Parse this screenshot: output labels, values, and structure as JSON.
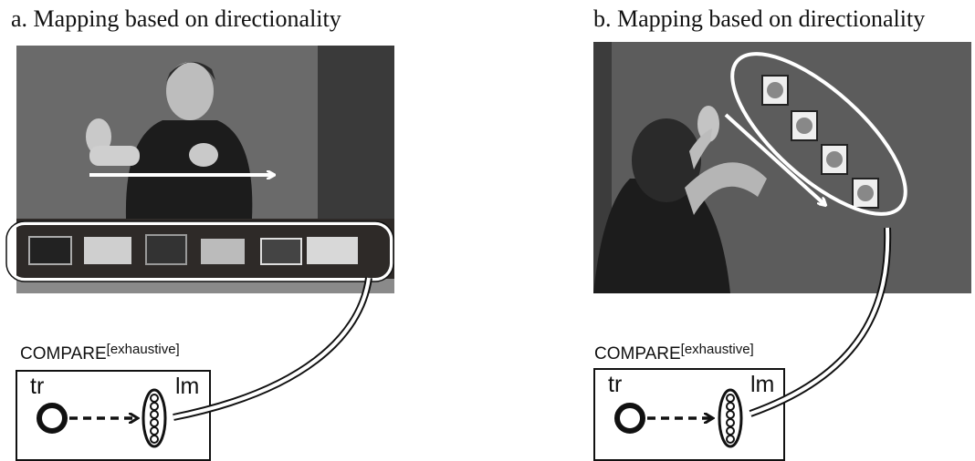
{
  "panel_a": {
    "caption": "a. Mapping based on directionality",
    "verb": "COMPARE",
    "verb_superscript": "[exhaustive]",
    "trajector_label": "tr",
    "landmark_label": "lm"
  },
  "panel_b": {
    "caption": "b. Mapping based on directionality",
    "verb": "COMPARE",
    "verb_superscript": "[exhaustive]",
    "trajector_label": "tr",
    "landmark_label": "lm"
  },
  "colors": {
    "highlight": "#ffffff",
    "ink": "#111111",
    "photo_background": "#5a5a5a"
  }
}
